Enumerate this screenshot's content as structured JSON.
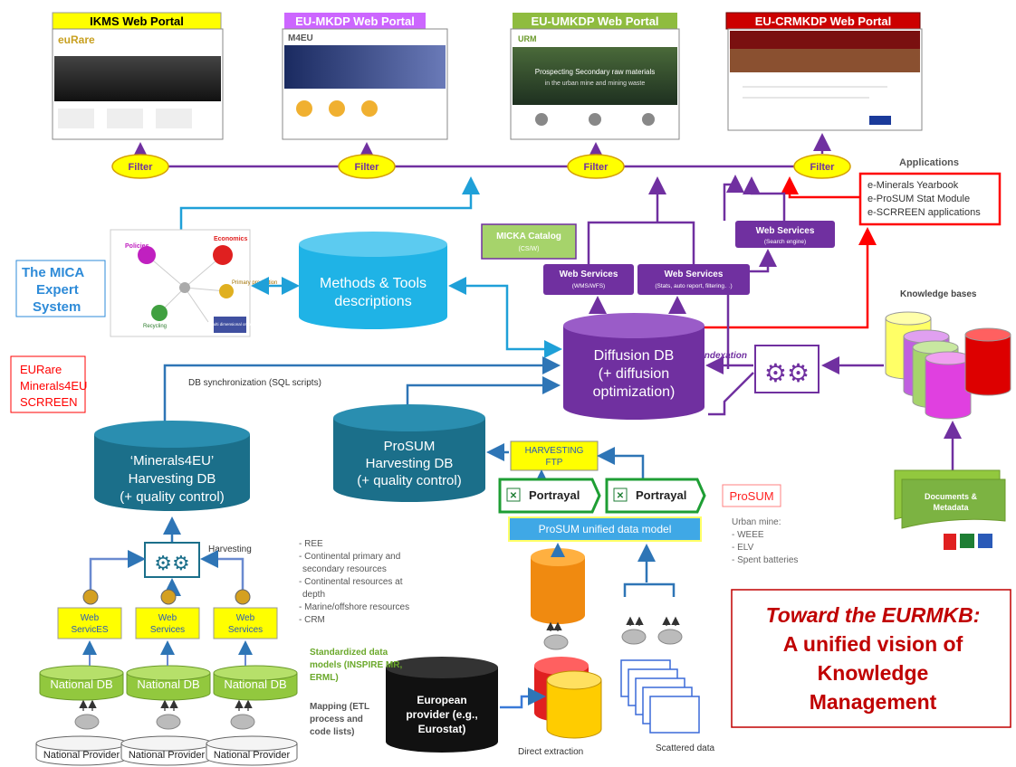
{
  "portals": [
    {
      "label": "IKMS Web Portal",
      "color": "#ffff00",
      "text_color": "#000000",
      "thumb_logo": "euRare"
    },
    {
      "label": "EU-MKDP Web Portal",
      "color": "#cc66ff",
      "text_color": "#ffffff",
      "thumb_logo": "M4EU"
    },
    {
      "label": "EU-UMKDP Web Portal",
      "color": "#8fbc3f",
      "text_color": "#ffffff",
      "thumb_logo": "URM",
      "thumb_headline_1": "Prospecting Secondary raw materials",
      "thumb_headline_2": "in the urban mine and mining waste"
    },
    {
      "label": "EU-CRMKDP Web Portal",
      "color": "#cc0000",
      "text_color": "#ffffff",
      "thumb_logo": ""
    }
  ],
  "filter_label": "Filter",
  "applications": {
    "title": "Applications",
    "items": [
      "e-Minerals Yearbook",
      "e-ProSUM Stat Module",
      "e-SCRREEN  applications"
    ]
  },
  "micka": {
    "title": "MICKA Catalog",
    "sub": "(CS/W)"
  },
  "ws_search": {
    "title": "Web Services",
    "sub": "(Search engine)"
  },
  "ws_wms": {
    "title": "Web Services",
    "sub": "(WMS/WFS)"
  },
  "ws_stats": {
    "title": "Web Services",
    "sub": "(Stats, auto report, filtering…)"
  },
  "mica": {
    "label_lines": [
      "The MICA",
      "Expert",
      "System"
    ],
    "economics": "Economics",
    "policies": "Policies",
    "primary": "Primary production",
    "recycling": "Recycling",
    "multi": "The Multi dimensional ontology"
  },
  "methods_db": {
    "lines": [
      "Methods  & Tools",
      "descriptions"
    ]
  },
  "diffusion_db": {
    "lines": [
      "Diffusion DB",
      "(+ diffusion",
      "optimization)"
    ]
  },
  "indexation": "Indexation",
  "knowledge_bases": "Knowledge  bases",
  "eurare_box": {
    "lines": [
      "EURare",
      "Minerals4EU",
      "SCRREEN"
    ]
  },
  "db_sync": "DB synchronization   (SQL scripts)",
  "minerals_db": {
    "lines": [
      "‘Minerals4EU’",
      "Harvesting DB",
      "(+ quality control)"
    ]
  },
  "prosum_db": {
    "lines": [
      "ProSUM",
      "Harvesting  DB",
      "(+ quality  control)"
    ]
  },
  "harvesting_ftp": {
    "lines": [
      "HARVESTING",
      "FTP"
    ]
  },
  "portrayal": "Portrayal",
  "prosum_label": "ProSUM",
  "urban_mine": {
    "lines": [
      "Urban mine:",
      "- WEEE",
      "- ELV",
      "- Spent batteries"
    ]
  },
  "unified_model": "ProSUM unified data model",
  "documents": {
    "lines": [
      "Documents &",
      "Metadata"
    ]
  },
  "harvesting": "Harvesting",
  "web_services": [
    "Web ServicES",
    "Web Services",
    "Web Services"
  ],
  "ws_two_line": [
    [
      "Web",
      "ServicES"
    ],
    [
      "Web",
      "Services"
    ],
    [
      "Web",
      "Services"
    ]
  ],
  "resources": [
    "- REE",
    "- Continental primary and",
    "secondary resources",
    "- Continental resources at",
    "depth",
    "- Marine/offshore resources",
    "- CRM"
  ],
  "standardized": [
    "Standardized data",
    "models (INSPIRE MR,",
    "ERML)"
  ],
  "mapping": [
    "Mapping (ETL",
    "process  and",
    "code lists)"
  ],
  "national_db": [
    "National DB",
    "National DB",
    "National DB"
  ],
  "national_provider": [
    "National Provider",
    "National Provider",
    "National Provider"
  ],
  "european_provider": [
    "European",
    "provider (e.g.,",
    "Eurostat)"
  ],
  "direct_extraction": "Direct extraction",
  "scattered_data": "Scattered data",
  "toward": [
    "Toward the EURMKB:",
    "A unified vision of",
    "Knowledge",
    "Management"
  ],
  "colors": {
    "purple": "#7030a0",
    "blue": "#2e75b6",
    "light_blue": "#1fb3e6",
    "dark_teal": "#1b6f8a",
    "red": "#ff0000",
    "yellow": "#ffff00",
    "green": "#92c83e"
  }
}
